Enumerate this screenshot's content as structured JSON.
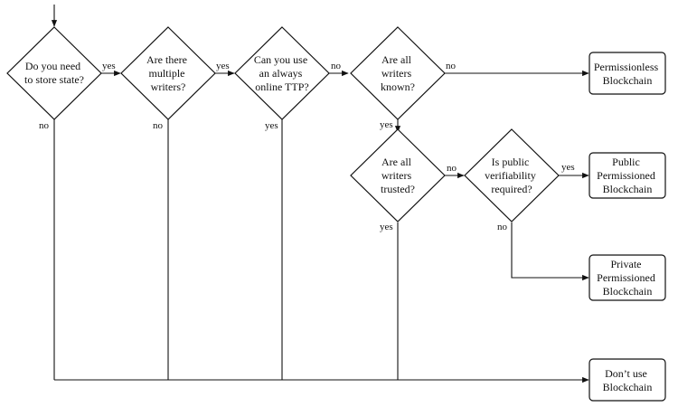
{
  "decisions": [
    {
      "id": "store_state",
      "lines": [
        "Do you need",
        "to store state?"
      ]
    },
    {
      "id": "multiple_writers",
      "lines": [
        "Are there",
        "multiple",
        "writers?"
      ]
    },
    {
      "id": "ttp",
      "lines": [
        "Can you use",
        "an always",
        "online TTP?"
      ]
    },
    {
      "id": "writers_known",
      "lines": [
        "Are all",
        "writers",
        "known?"
      ]
    },
    {
      "id": "writers_trusted",
      "lines": [
        "Are all",
        "writers",
        "trusted?"
      ]
    },
    {
      "id": "public_verifiability",
      "lines": [
        "Is public",
        "verifiability",
        "required?"
      ]
    }
  ],
  "outcomes": [
    {
      "id": "permissionless",
      "lines": [
        "Permissionless",
        "Blockchain"
      ]
    },
    {
      "id": "public_permissioned",
      "lines": [
        "Public",
        "Permissioned",
        "Blockchain"
      ]
    },
    {
      "id": "private_permissioned",
      "lines": [
        "Private",
        "Permissioned",
        "Blockchain"
      ]
    },
    {
      "id": "dont_use",
      "lines": [
        "Don’t use",
        "Blockchain"
      ]
    }
  ],
  "edge_labels": {
    "store_state_yes": "yes",
    "store_state_no": "no",
    "multiple_writers_yes": "yes",
    "multiple_writers_no": "no",
    "ttp_no": "no",
    "ttp_yes": "yes",
    "writers_known_no": "no",
    "writers_known_yes": "yes",
    "writers_trusted_no": "no",
    "writers_trusted_yes": "yes",
    "public_verifiability_yes": "yes",
    "public_verifiability_no": "no"
  }
}
